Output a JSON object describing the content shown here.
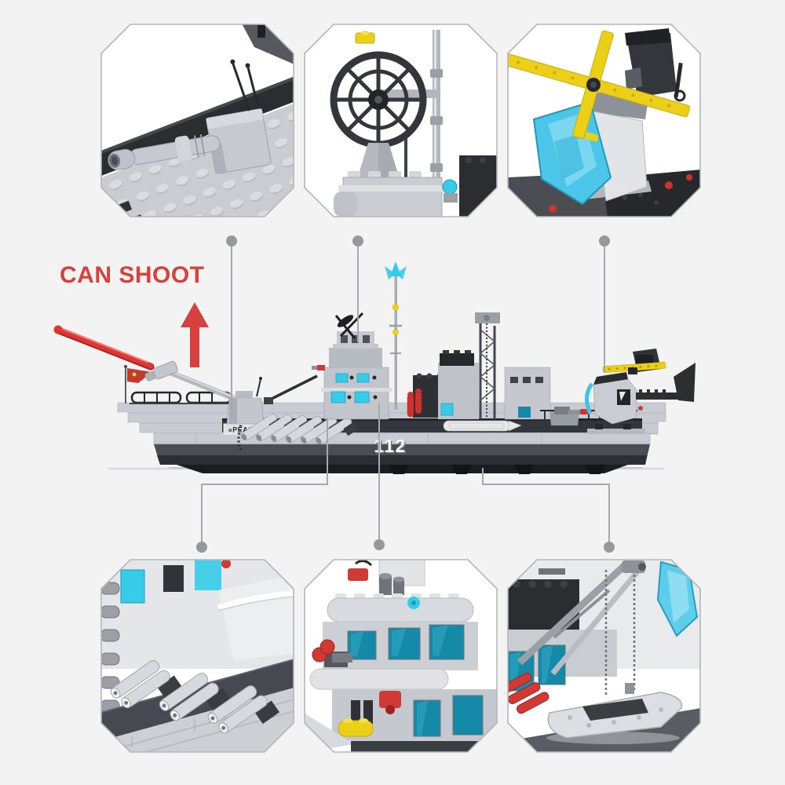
{
  "annotation": {
    "can_shoot_label": "CAN SHOOT"
  },
  "ship": {
    "name_plate": "«PEACE»",
    "hull_number": "112"
  },
  "colors": {
    "background": "#f3f3f4",
    "accent_red": "#d6403d",
    "missile_red": "#e03530",
    "brick_red": "#cf3a35",
    "connector_gray": "#a7a8ac",
    "dot_gray": "#96989d",
    "callout_border": "#b5b6ba",
    "hull_light": "#c8ccd2",
    "hull_dark_band": "#33363c",
    "window_cyan": "#35cbe9",
    "window_teal": "#1589a8",
    "rotor_yellow": "#ecd018",
    "flag_red": "#c33a30"
  },
  "callouts": {
    "top": [
      {
        "name": "cannon-closeup"
      },
      {
        "name": "radar-wheel-closeup"
      },
      {
        "name": "helicopter-closeup"
      }
    ],
    "bottom": [
      {
        "name": "missile-launchers-closeup"
      },
      {
        "name": "bridge-tower-closeup"
      },
      {
        "name": "crane-and-boat-closeup"
      }
    ]
  }
}
